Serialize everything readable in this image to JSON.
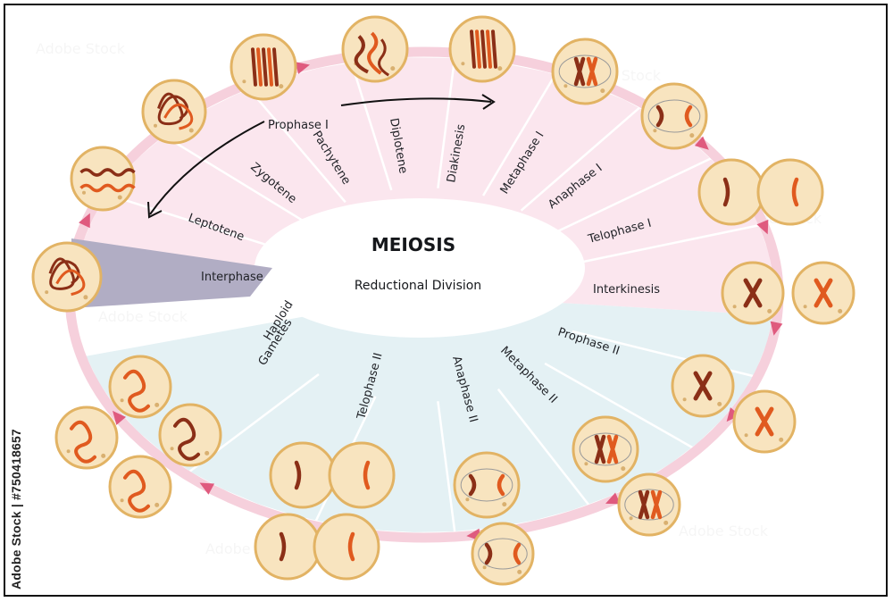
{
  "title": "MEIOSIS",
  "subtitle": "Reductional Division",
  "stock_id": "Adobe Stock | #750418657",
  "watermark": "Adobe Stock",
  "colors": {
    "ring": "#f6d0dc",
    "arrow": "#df5a7e",
    "meiosis1_fill": "#fbe6ee",
    "meiosis2_fill": "#e4f1f4",
    "interphase_fill": "#b1adc4",
    "cell_fill": "#f8e4bf",
    "cell_stroke": "#e2b364",
    "chrom_dark": "#8b2f17",
    "chrom_orange": "#e05a1f",
    "label_color": "#1f2126"
  },
  "stages": {
    "interphase": "Interphase",
    "leptotene": "Leptotene",
    "zygotene": "Zygotene",
    "pachytene": "Pachytene",
    "prophase1": "Prophase I",
    "diplotene": "Diplotene",
    "diakinesis": "Diakinesis",
    "metaphase1": "Metaphase I",
    "anaphase1": "Anaphase I",
    "telophase1": "Telophase I",
    "interkinesis": "Interkinesis",
    "prophase2": "Prophase II",
    "metaphase2": "Metaphase II",
    "anaphase2": "Anaphase II",
    "telophase2": "Telophase II",
    "haploid1": "Haploid",
    "haploid2": "Gametes"
  }
}
